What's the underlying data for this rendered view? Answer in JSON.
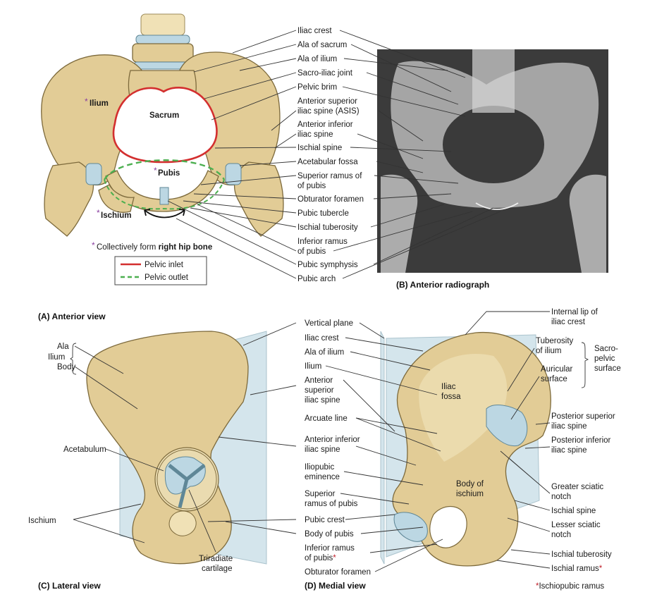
{
  "panelA": {
    "caption": "(A) Anterior view",
    "ilium": "Ilium",
    "sacrum": "Sacrum",
    "pubis": "Pubis",
    "ischium": "Ischium",
    "note_pre": "Collectively form ",
    "note_bold": "right hip bone",
    "legend": {
      "inlet": "Pelvic inlet",
      "outlet": "Pelvic outlet",
      "inlet_color": "#d32f2f",
      "outlet_color": "#4caf50"
    },
    "labels": [
      "Iliac crest",
      "Ala of sacrum",
      "Ala of ilium",
      "Sacro-iliac joint",
      "Pelvic brim",
      "Anterior superior",
      "iliac spine (ASIS)",
      "Anterior inferior",
      "iliac spine",
      "Ischial spine",
      "Acetabular fossa",
      "Superior ramus of",
      "of pubis",
      "Obturator foramen",
      "Pubic tubercle",
      "Ischial tuberosity",
      "Inferior ramus",
      "of pubis",
      "Pubic symphysis",
      "Pubic arch"
    ]
  },
  "panelB": {
    "caption": "(B) Anterior radiograph"
  },
  "panelC": {
    "caption": "(C) Lateral view",
    "ilium": "Ilium",
    "ala": "Ala",
    "body": "Body",
    "acetabulum": "Acetabulum",
    "ischium": "Ischium",
    "triradiate": [
      "Triradiate",
      "cartilage"
    ]
  },
  "panelD": {
    "caption": "(D) Medial view",
    "center": [
      "Vertical plane",
      "Iliac crest",
      "Ala of ilium",
      "Ilium",
      "Anterior",
      "superior",
      "iliac spine",
      "Arcuate line",
      "Anterior inferior",
      "iliac spine",
      "Iliopubic",
      "eminence",
      "Superior",
      "ramus of pubis",
      "Pubic crest",
      "Body of pubis",
      "Inferior ramus",
      "of pubis",
      "Obturator foramen"
    ],
    "iliac_fossa": [
      "Iliac",
      "fossa"
    ],
    "body_ischium": [
      "Body of",
      "ischium"
    ],
    "right": [
      "Internal lip of",
      "iliac crest",
      "Tuberosity",
      "of ilium",
      "Auricular",
      "surface",
      "Sacro-",
      "pelvic",
      "surface",
      "Posterior superior",
      "iliac spine",
      "Posterior inferior",
      "iliac spine",
      "Greater sciatic",
      "notch",
      "Ischial spine",
      "Lesser sciatic",
      "notch",
      "Ischial tuberosity",
      "Ischial ramus"
    ],
    "footnote": "Ischiopubic ramus"
  }
}
